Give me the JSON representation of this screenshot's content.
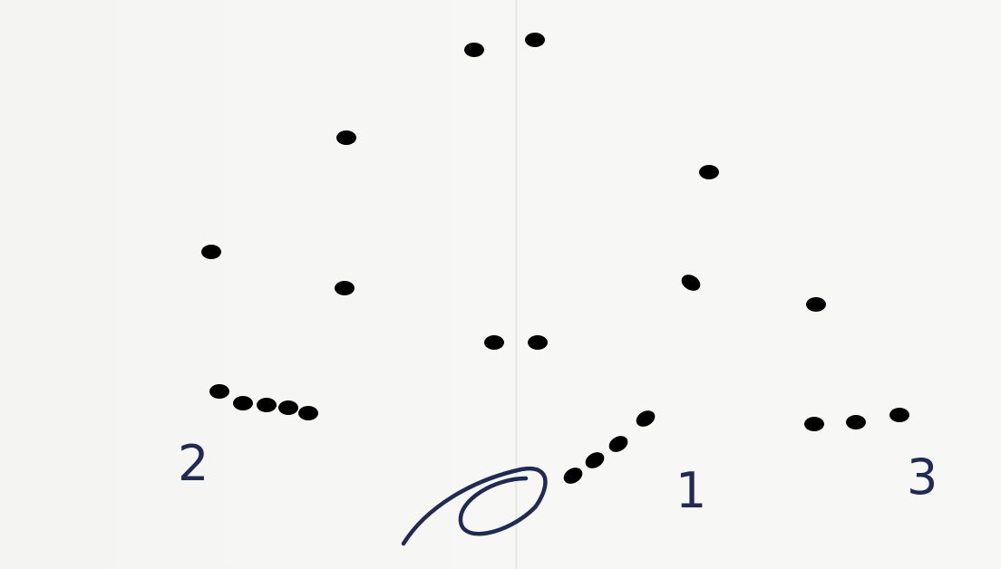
{
  "diagram": {
    "row_labels": [
      {
        "id": "row-1",
        "text": "1"
      },
      {
        "id": "row-2",
        "text": "2"
      },
      {
        "id": "row-3",
        "text": "3"
      }
    ],
    "ink_color": "#1f2a55",
    "paper_color": "#f7f7f5",
    "symbols": [
      "chain-stitch-icon",
      "double-crochet-icon",
      "magic-ring-icon"
    ]
  }
}
